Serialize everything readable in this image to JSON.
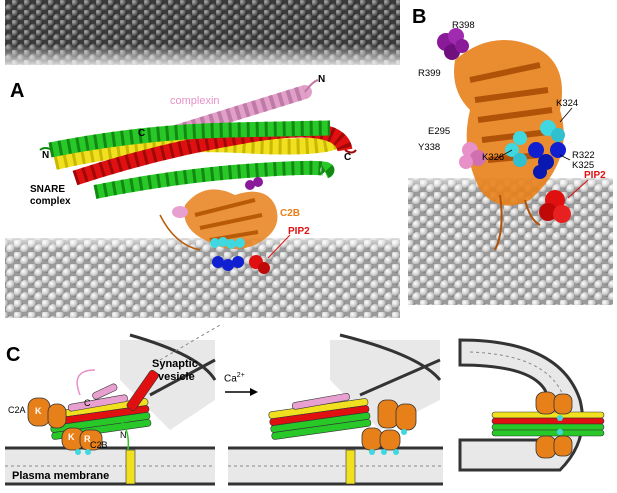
{
  "panels": {
    "a": {
      "letter": "A",
      "labels": {
        "complexin": "complexin",
        "snare_line1": "SNARE",
        "snare_line2": "complex",
        "c2b": "C2B",
        "pip2": "PIP2",
        "n_top": "N",
        "c_top": "C",
        "n_left": "N",
        "c_right": "C"
      }
    },
    "b": {
      "letter": "B",
      "labels": {
        "r398": "R398",
        "r399": "R399",
        "k324": "K324",
        "e295": "E295",
        "y338": "Y338",
        "k326": "K326",
        "r322": "R322",
        "k325": "K325",
        "pip2": "PIP2"
      }
    },
    "c": {
      "letter": "C",
      "labels": {
        "synaptic_line1": "Synaptic",
        "synaptic_line2": "vesicle",
        "ca2": "Ca",
        "ca2_sup": "2+",
        "plasma_membrane": "Plasma membrane",
        "c_label": "C",
        "n_label": "N",
        "c2a": "C2A",
        "c2b": "C2B",
        "k": "K",
        "r": "R"
      }
    }
  },
  "colors": {
    "membrane_gray": "#d9d9d9",
    "membrane_dark": "#4a4a4a",
    "orange": "#e8801a",
    "red": "#e01010",
    "green": "#20c020",
    "yellow": "#f0e020",
    "pink": "#e890c8",
    "cyan": "#40d8e0",
    "blue": "#1020d0",
    "purple": "#8a1a9a"
  }
}
